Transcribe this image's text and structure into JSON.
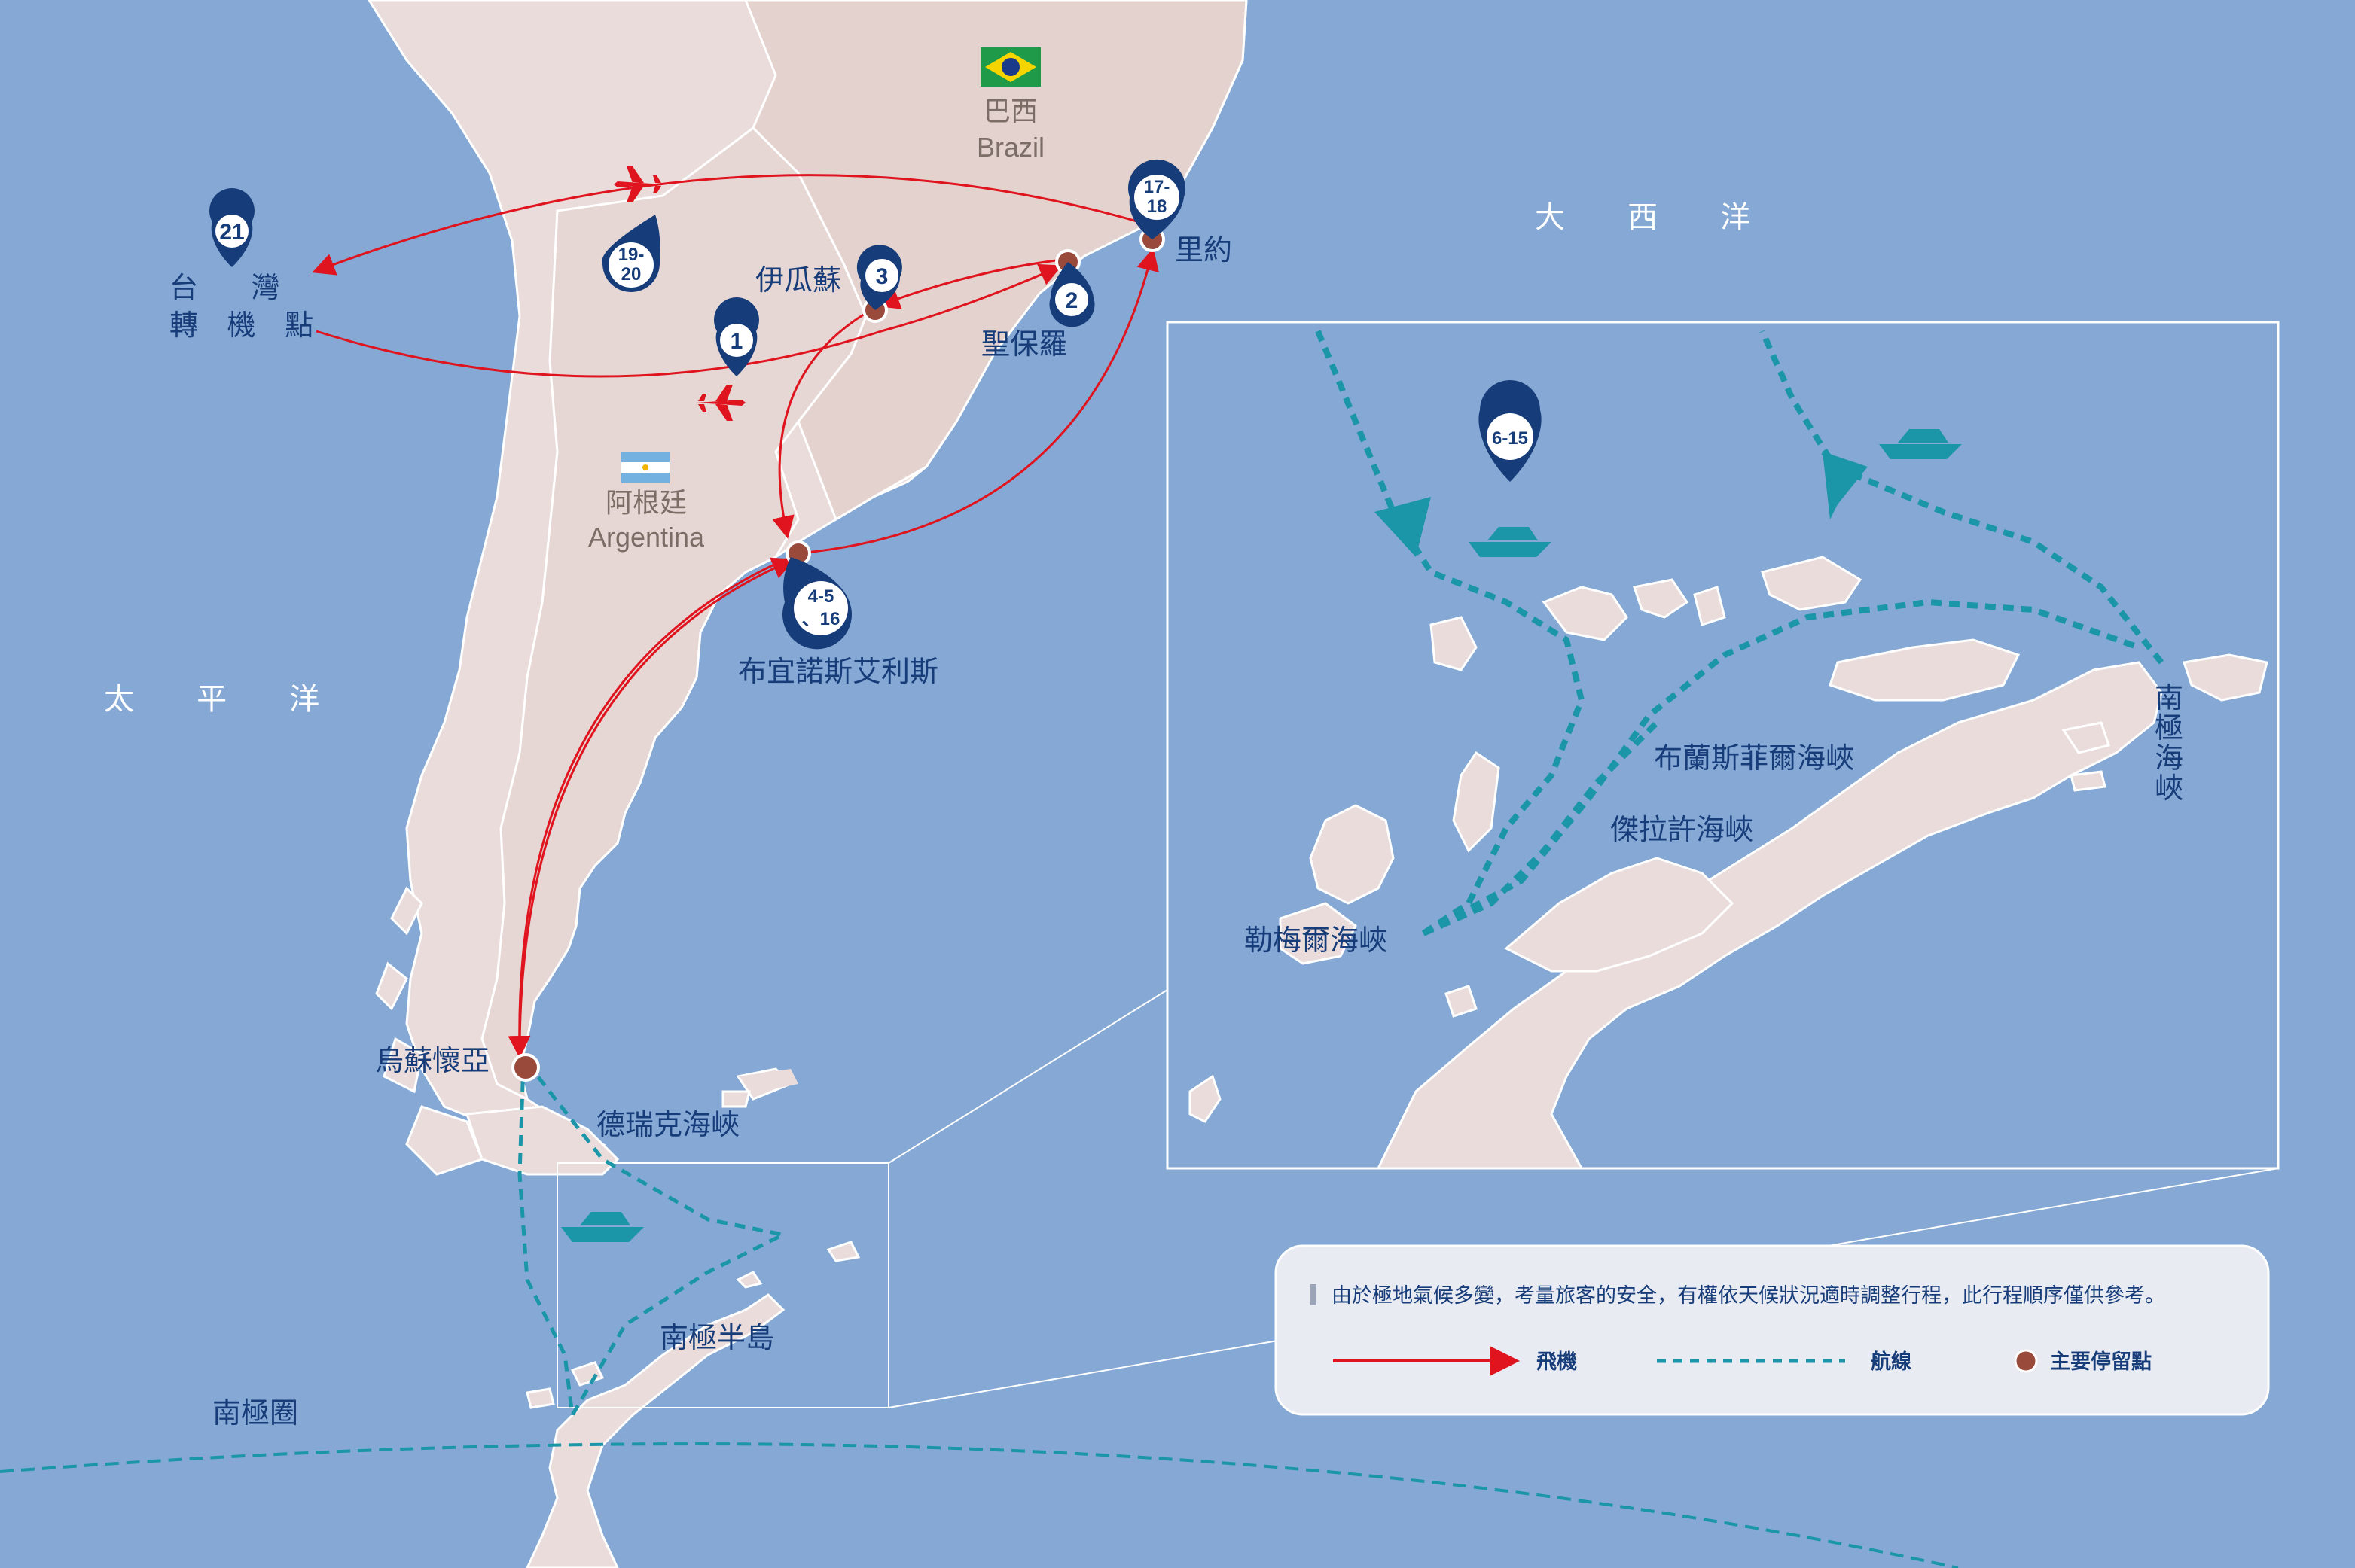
{
  "oceans": {
    "atlantic": "大 西 洋",
    "pacific": "太 平 洋"
  },
  "countries": {
    "brazil_zh": "巴西",
    "brazil_en": "Brazil",
    "argentina_zh": "阿根廷",
    "argentina_en": "Argentina"
  },
  "places": {
    "taiwan_line1": "台 灣",
    "taiwan_line2": "轉 機 點",
    "iguazu": "伊瓜蘇",
    "sao_paulo": "聖保羅",
    "rio": "里約",
    "buenos_aires": "布宜諾斯艾利斯",
    "ushuaia": "烏蘇懷亞",
    "drake_passage": "德瑞克海峽",
    "antarctic_peninsula": "南極半島",
    "antarctic_circle": "南極圈",
    "lemaire": "勒梅爾海峽",
    "gerlache": "傑拉許海峽",
    "bransfield": "布蘭斯菲爾海峽",
    "antarctic_sound": [
      "南",
      "極",
      "海",
      "峽"
    ]
  },
  "pins": {
    "p21": "21",
    "p1": "1",
    "p19_20_a": "19-",
    "p19_20_b": "20",
    "p3": "3",
    "p2": "2",
    "p17_18_a": "17-",
    "p17_18_b": "18",
    "p4_5_a": "4-5",
    "p4_5_b": "、16",
    "p6_15": "6-15"
  },
  "legend": {
    "note": "由於極地氣候多變，考量旅客的安全，有權依天候狀況適時調整行程，此行程順序僅供參考。",
    "flight": "飛機",
    "route": "航線",
    "stop": "主要停留點"
  },
  "colors": {
    "sea": "#85a9d4",
    "land": "#eadcdb",
    "flight": "#e0141e",
    "route": "#1b95a8",
    "pin": "#173c7a",
    "stop": "#9a4a3a"
  }
}
